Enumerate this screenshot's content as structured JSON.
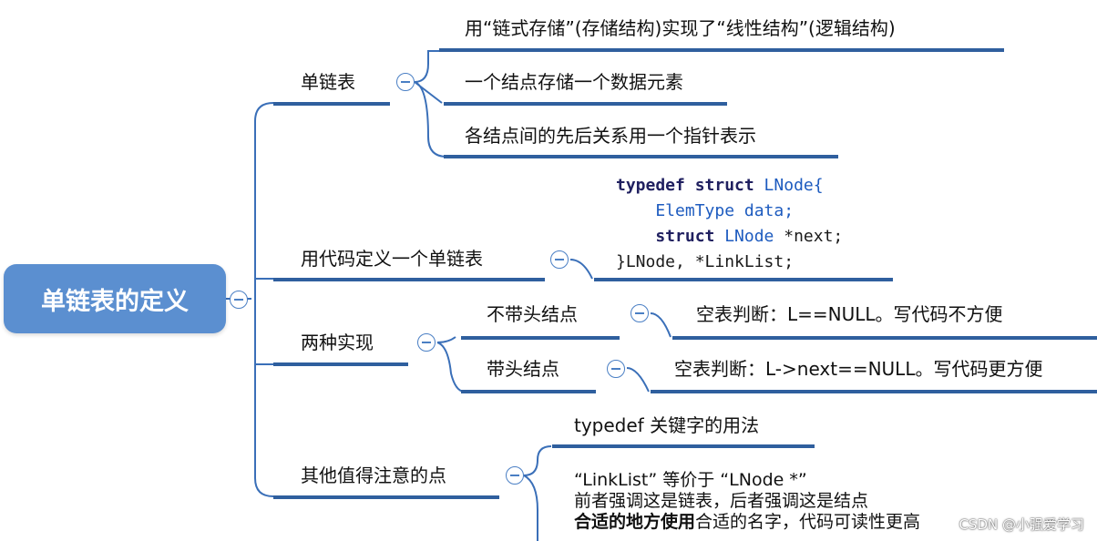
{
  "root": {
    "label": "单链表的定义"
  },
  "branches": {
    "single_list": {
      "label": "单链表",
      "children": [
        "用“链式存储”(存储结构)实现了“线性结构”(逻辑结构)",
        "一个结点存储一个数据元素",
        "各结点间的先后关系用一个指针表示"
      ]
    },
    "code_def": {
      "label": "用代码定义一个单链表",
      "code": {
        "l1_kw": "typedef struct",
        "l1_name": " LNode{",
        "l2": "    ElemType data;",
        "l3_kw": "    struct",
        "l3_name": " LNode",
        "l3_rest": " *next;",
        "l4": "}LNode, *LinkList;"
      }
    },
    "two_impl": {
      "label": "两种实现",
      "no_head": {
        "label": "不带头结点",
        "detail": "空表判断：L==NULL。写代码不方便"
      },
      "with_head": {
        "label": "带头结点",
        "detail": "空表判断：L->next==NULL。写代码更方便"
      }
    },
    "notes": {
      "label": "其他值得注意的点",
      "typedef": "typedef 关键字的用法",
      "line1": "“LinkList” 等价于 “LNode *”",
      "line2": "前者强调这是链表，后者强调这是结点",
      "line3_bold": "合适的地方使用",
      "line3_rest": "合适的名字，代码可读性更高"
    }
  },
  "watermark": "CSDN @小强爱学习",
  "colors": {
    "line": "#3a6fb8",
    "root_bg": "#5b8fd0",
    "underline": "#2f5f9e"
  }
}
